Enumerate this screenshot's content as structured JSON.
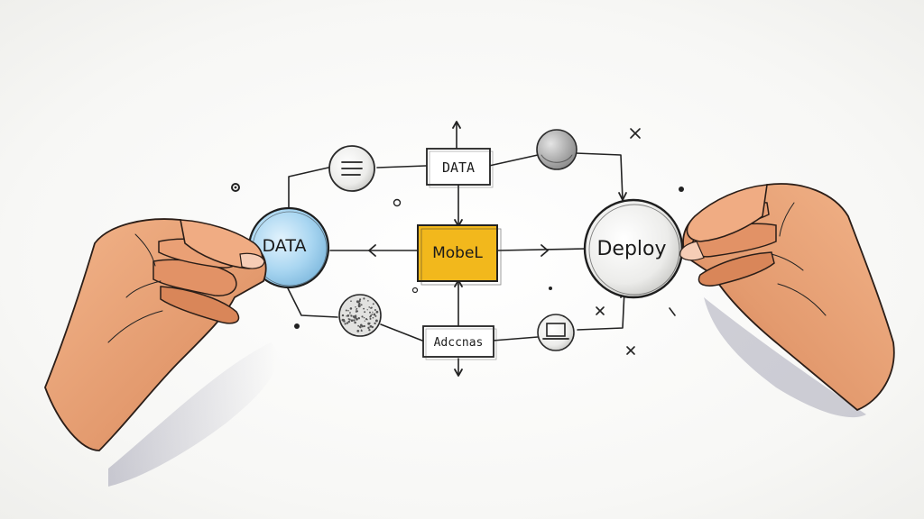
{
  "diagram": {
    "left_node": {
      "label": "DATA",
      "color": "#9fd0ee"
    },
    "right_node": {
      "label": "Deploy",
      "color": "#f2f2f2"
    },
    "center_box": {
      "label": "MobeL",
      "color": "#f2b81c"
    },
    "top_box": {
      "label": "DATA"
    },
    "bottom_box": {
      "label": "Adccnas"
    },
    "icons": {
      "top_left": "menu-lines-icon",
      "top_right": "gray-sphere-icon",
      "bottom_left": "dotted-sphere-icon",
      "bottom_right": "laptop-icon"
    },
    "colors": {
      "ink": "#232323",
      "skin": "#e8a37a",
      "skin_shadow": "#c97250"
    }
  }
}
